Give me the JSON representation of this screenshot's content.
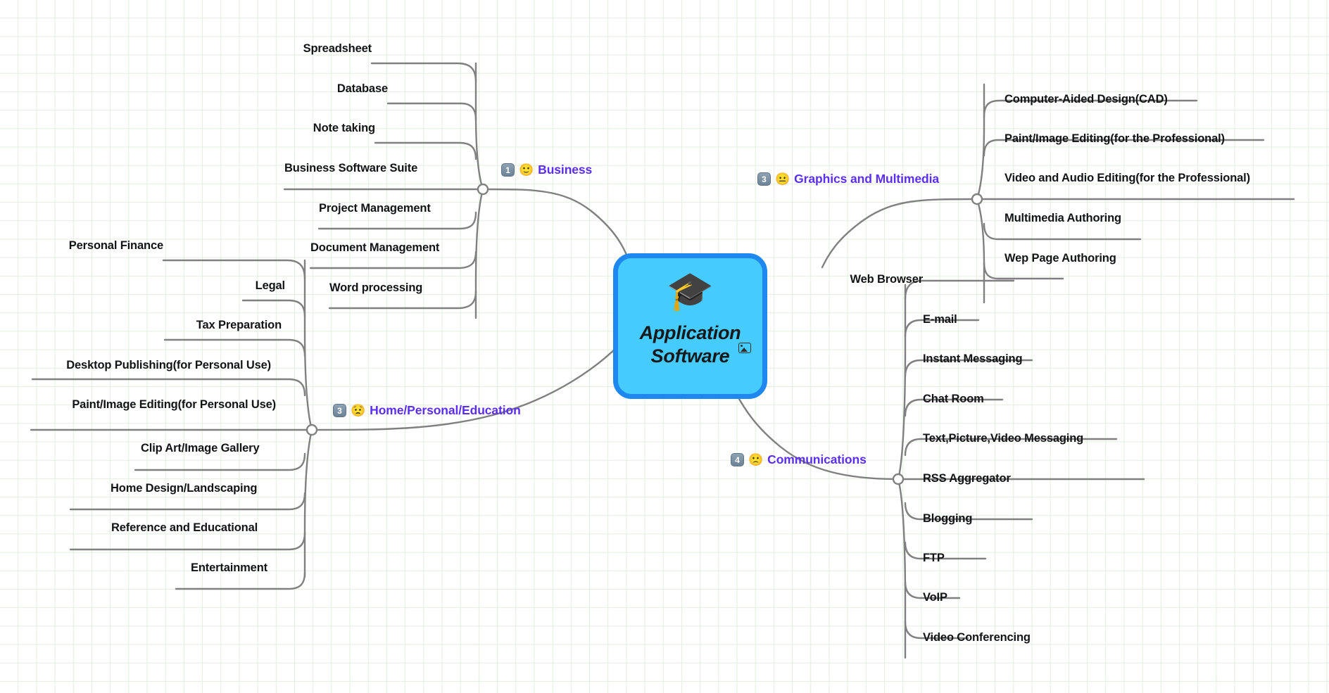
{
  "canvas": {
    "background": "#ffffff",
    "grid_color": "#e3efdf",
    "grid_size": 26
  },
  "root": {
    "title_line1": "Application",
    "title_line2": "Software",
    "emoji": "🎓",
    "emoji_name": "graduation-cap-emoji",
    "image_icon_name": "image-icon",
    "fill": "#45ccfd",
    "border": "#1e87f0",
    "text_color": "#17181a"
  },
  "style": {
    "branch_label_color": "#5b2ef5",
    "leaf_text_color": "#131416",
    "edge_color": "#808080",
    "hub_fill": "#ffffff"
  },
  "branches": [
    {
      "id": "business",
      "badge": "1",
      "emoji": "🙂",
      "emoji_name": "slightly-smiling-face-emoji",
      "label": "Business",
      "leaves": [
        "Spreadsheet",
        "Database",
        "Note taking",
        "Business Software Suite",
        "Project Management",
        "Document Management",
        "Word processing"
      ]
    },
    {
      "id": "graphics",
      "badge": "3",
      "emoji": "😐",
      "emoji_name": "neutral-face-emoji",
      "label": "Graphics and Multimedia",
      "leaves": [
        "Computer-Aided Design(CAD)",
        "Paint/Image Editing(for the Professional)",
        "Video and Audio Editing(for the Professional)",
        "Multimedia Authoring",
        "Wep Page Authoring"
      ]
    },
    {
      "id": "home",
      "badge": "3",
      "emoji": "😟",
      "emoji_name": "worried-face-emoji",
      "label": "Home/Personal/Education",
      "leaves": [
        "Personal Finance",
        "Legal",
        "Tax  Preparation",
        "Desktop Publishing(for Personal Use)",
        "Paint/Image Editing(for Personal Use)",
        "Clip Art/Image Gallery",
        "Home Design/Landscaping",
        "Reference and Educational",
        "Entertainment"
      ]
    },
    {
      "id": "communications",
      "badge": "4",
      "emoji": "🙁",
      "emoji_name": "slightly-frowning-face-emoji",
      "label": "Communications",
      "leaves": [
        "Web Browser",
        "E-mail",
        "Instant Messaging",
        "Chat Room",
        "Text,Picture,Video Messaging",
        "RSS Aggregator",
        "Blogging",
        "FTP",
        "VoIP",
        "Video Conferencing"
      ]
    }
  ]
}
